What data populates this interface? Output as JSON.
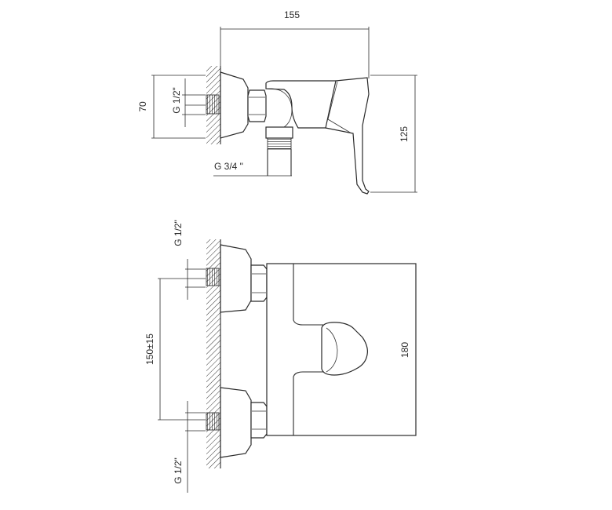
{
  "dimensions": {
    "top_width": "155",
    "left_height": "70",
    "right_height": "125",
    "outlet_thread": "G 3/4 \"",
    "top_inlet_thread": "G 1/2\"",
    "center_distance": "150±15",
    "front_height": "180",
    "front_upper_thread": "G 1/2\"",
    "front_lower_thread": "G 1/2\""
  }
}
